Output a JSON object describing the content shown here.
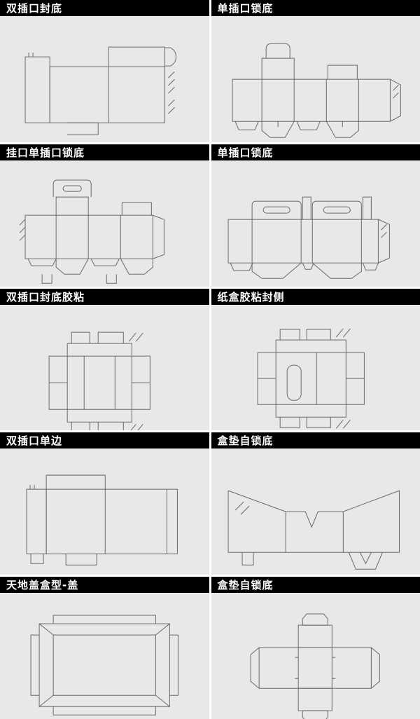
{
  "theme": {
    "header_bg": "#000000",
    "header_text": "#ffffff",
    "cell_bg": "#e8e8e8",
    "divider": "#ffffff",
    "line_color": "#6a6a6a"
  },
  "cells": [
    {
      "label": "双插口封底",
      "diagram": "double-tuck-seal-bottom-dieline"
    },
    {
      "label": "单插口锁底",
      "diagram": "single-tuck-lock-bottom-dieline"
    },
    {
      "label": "挂口单插口锁底",
      "diagram": "hang-hole-single-tuck-lock-bottom-dieline"
    },
    {
      "label": "单插口锁底",
      "diagram": "single-tuck-lock-bottom-handle-dieline"
    },
    {
      "label": "双插口封底胶粘",
      "diagram": "double-tuck-seal-bottom-glued-dieline"
    },
    {
      "label": "纸盒胶粘封侧",
      "diagram": "carton-glued-side-seal-dieline"
    },
    {
      "label": "双插口单边",
      "diagram": "double-tuck-single-side-dieline"
    },
    {
      "label": "盒垫自锁底",
      "diagram": "box-pad-self-lock-bottom-dieline"
    },
    {
      "label": "天地盖盒型-盖",
      "diagram": "lid-and-base-box-lid-dieline"
    },
    {
      "label": "盒垫自锁底",
      "diagram": "box-pad-self-lock-bottom-vertical-dieline"
    }
  ]
}
